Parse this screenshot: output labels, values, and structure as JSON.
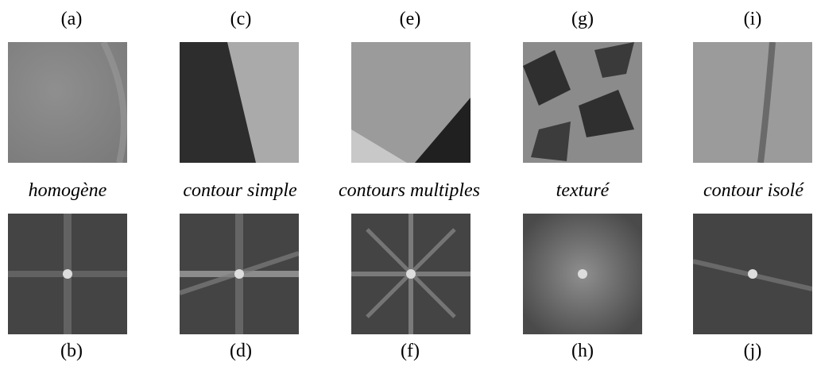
{
  "figure": {
    "columns": [
      {
        "top_label": "(a)",
        "caption": "homogène",
        "bottom_label": "(b)"
      },
      {
        "top_label": "(c)",
        "caption": "contour simple",
        "bottom_label": "(d)"
      },
      {
        "top_label": "(e)",
        "caption": "contours multiples",
        "bottom_label": "(f)"
      },
      {
        "top_label": "(g)",
        "caption": "texturé",
        "bottom_label": "(h)"
      },
      {
        "top_label": "(i)",
        "caption": "contour isolé",
        "bottom_label": "(j)"
      }
    ]
  }
}
